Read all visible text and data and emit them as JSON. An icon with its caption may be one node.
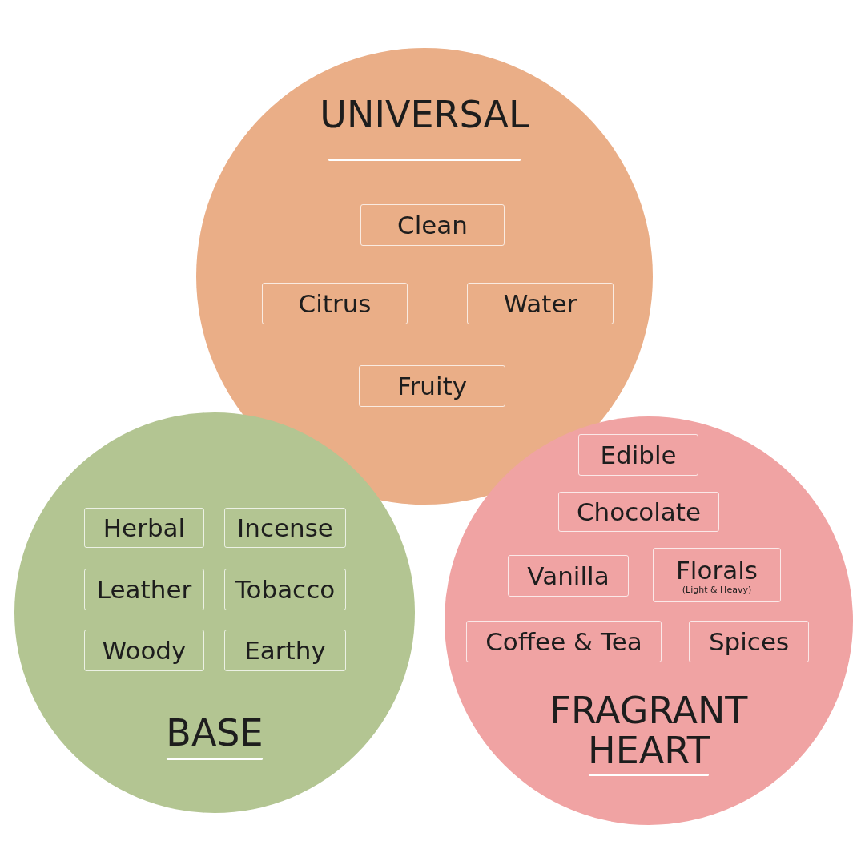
{
  "diagram": {
    "nodes": [
      {
        "text": [
          "UNIVERSAL"
        ]
      },
      {
        "text": [
          "Clean"
        ],
        "in": 0
      },
      {
        "text": [
          "Citrus"
        ],
        "in": 0
      },
      {
        "text": [
          "Water"
        ],
        "in": 0
      },
      {
        "text": [
          "Fruity"
        ],
        "in": 0
      },
      {
        "text": [
          "BASE"
        ]
      },
      {
        "text": [
          "Herbal"
        ],
        "in": 5
      },
      {
        "text": [
          "Incense"
        ],
        "in": 5
      },
      {
        "text": [
          "Leather"
        ],
        "in": 5
      },
      {
        "text": [
          "Tobacco"
        ],
        "in": 5
      },
      {
        "text": [
          "Woody"
        ],
        "in": 5
      },
      {
        "text": [
          "Earthy"
        ],
        "in": 5
      },
      {
        "text": [
          "FRAGRANT HEART"
        ]
      },
      {
        "text": [
          "Edible"
        ],
        "in": 12
      },
      {
        "text": [
          "Chocolate"
        ],
        "in": 12
      },
      {
        "text": [
          "Vanilla"
        ],
        "in": 12
      },
      {
        "text": [
          "Florals",
          "(Light & Heavy)"
        ],
        "in": 12
      },
      {
        "text": [
          "Coffee & Tea"
        ],
        "in": 12
      },
      {
        "text": [
          "Spices"
        ],
        "in": 12
      }
    ],
    "edges": []
  }
}
